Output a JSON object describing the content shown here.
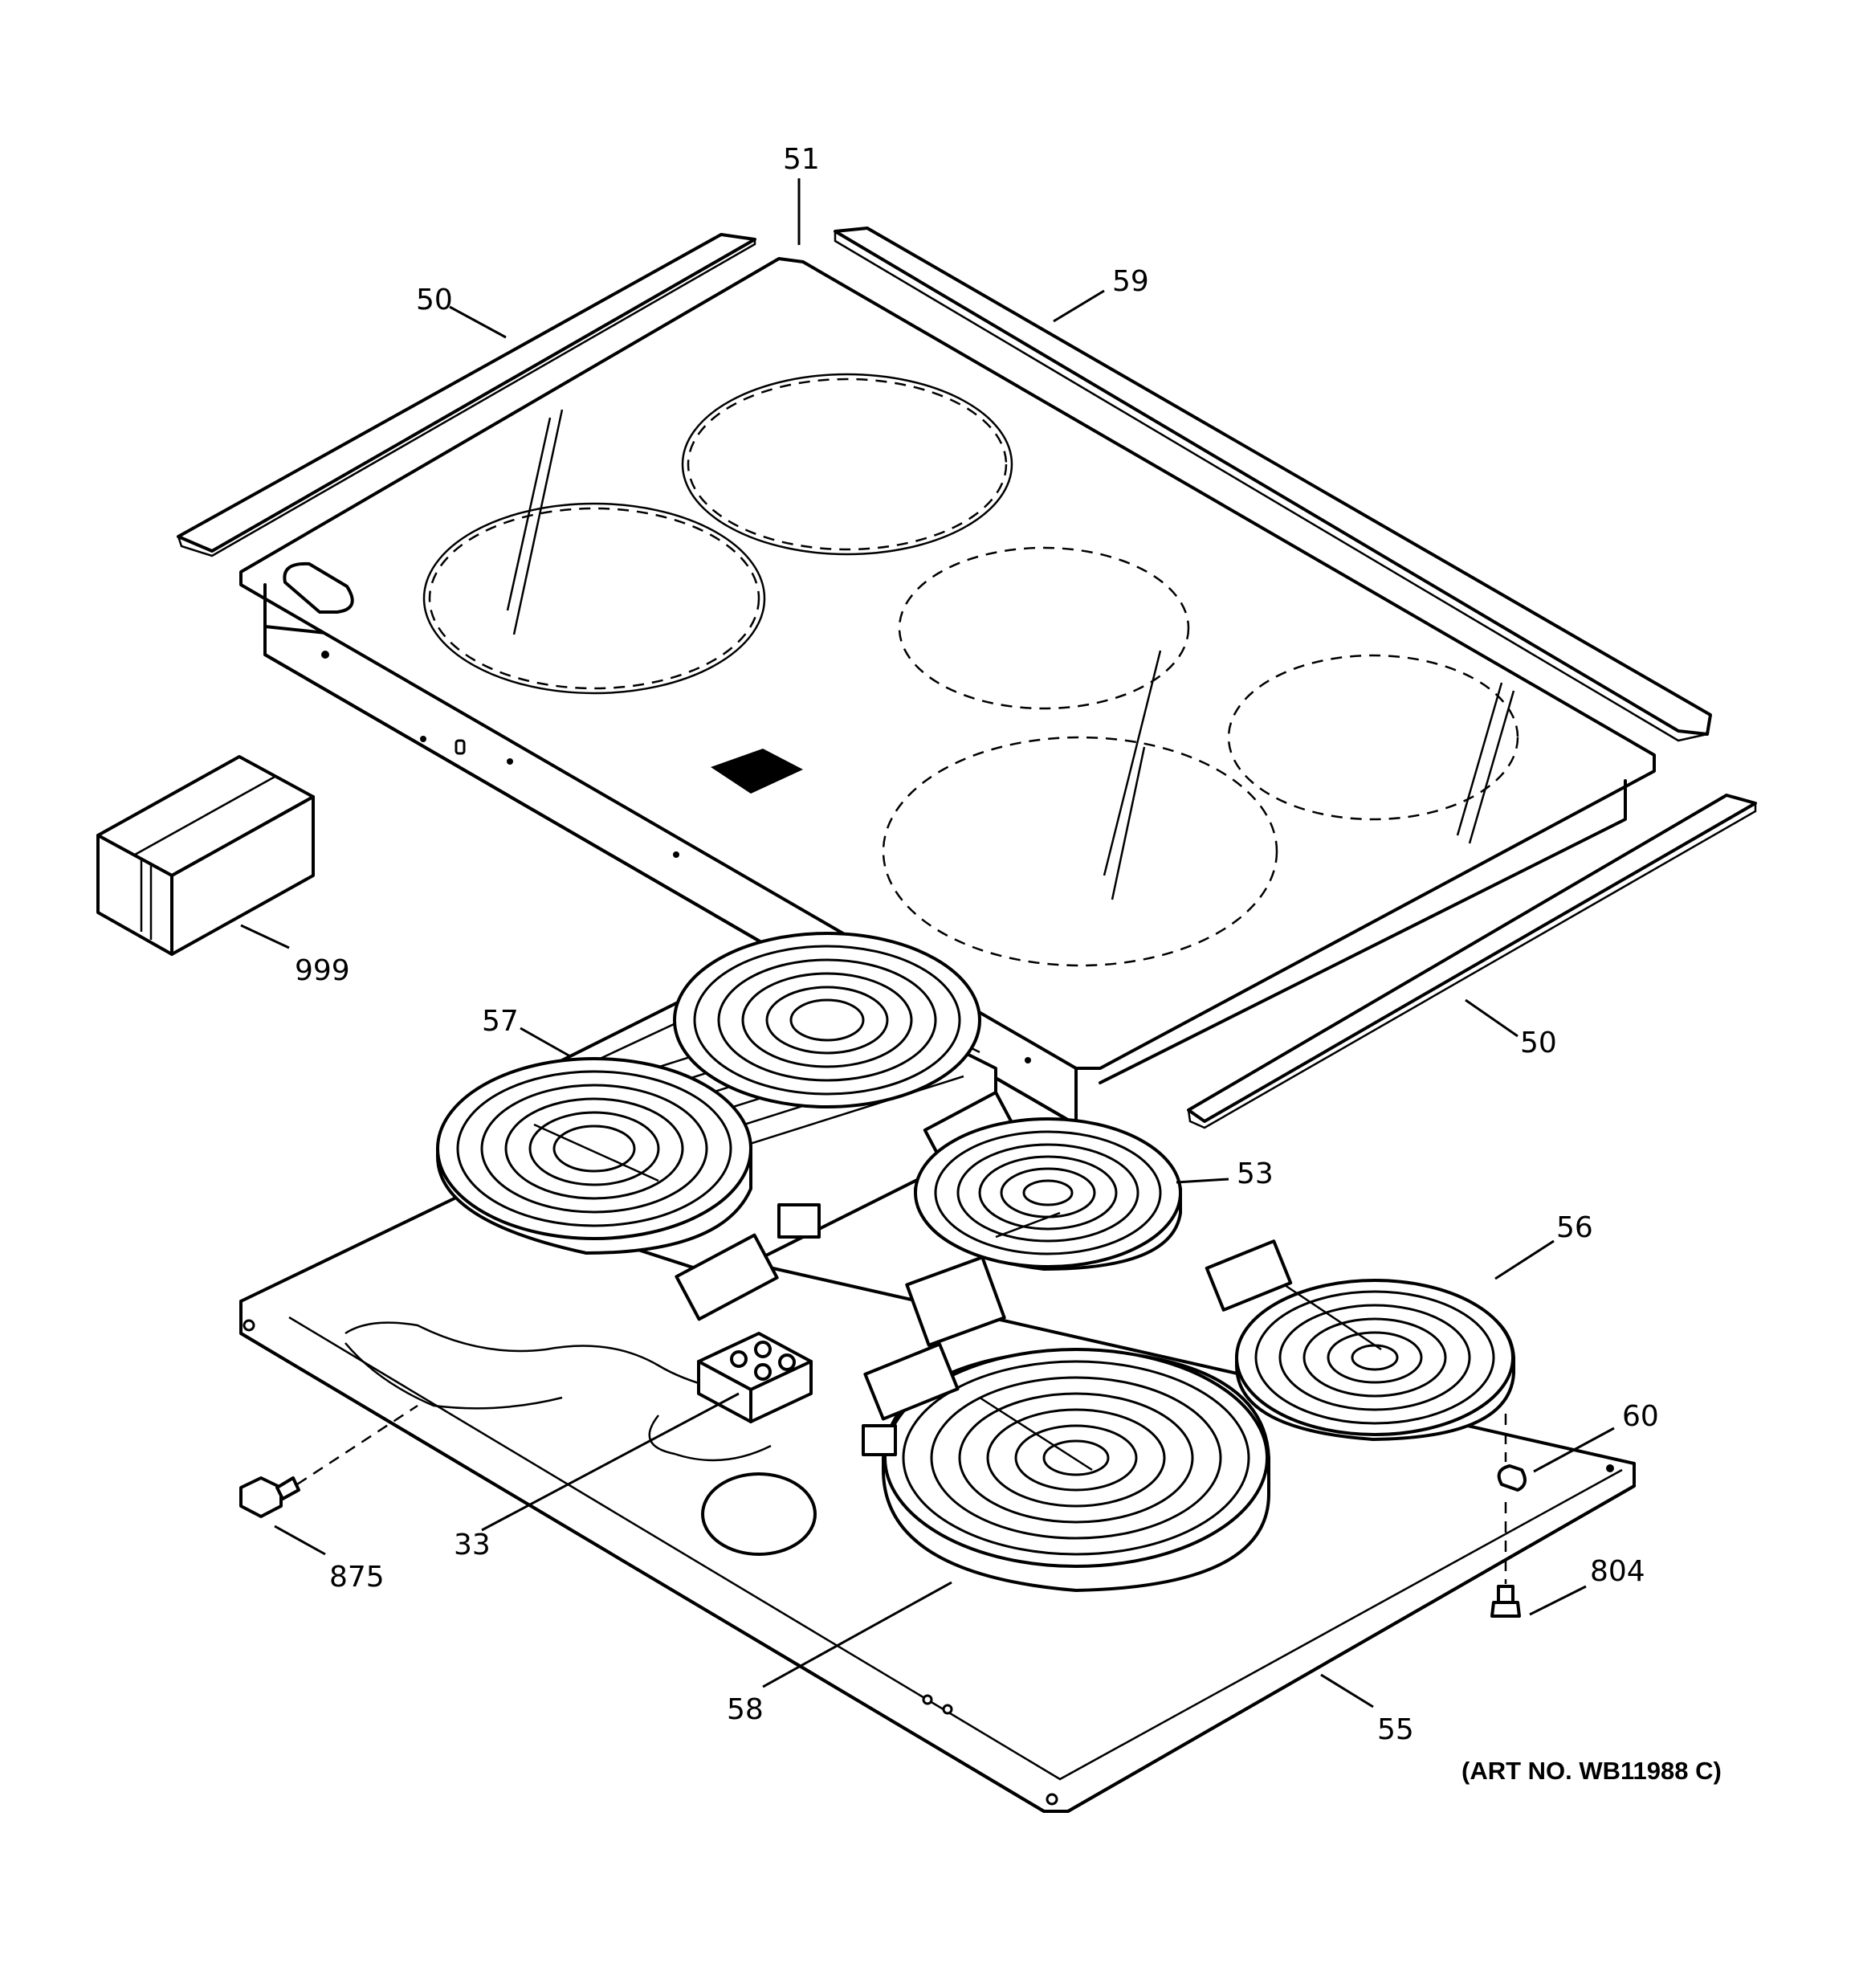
{
  "diagram": {
    "art_number": "(ART NO. WB11988 C)",
    "callouts": [
      "51",
      "50",
      "59",
      "999",
      "57",
      "50",
      "53",
      "56",
      "60",
      "33",
      "875",
      "804",
      "58",
      "55"
    ]
  }
}
